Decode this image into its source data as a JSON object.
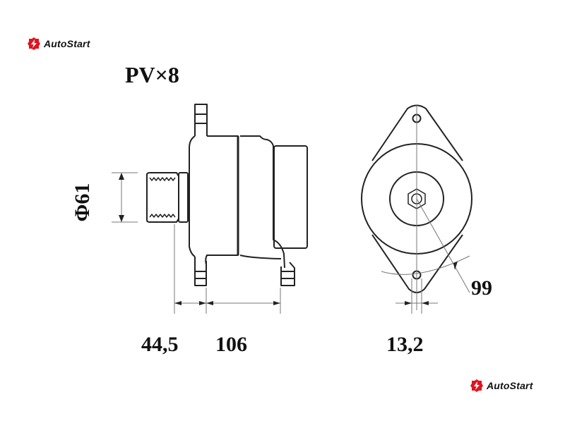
{
  "brand": {
    "name": "AutoStart",
    "color": "#e0141e"
  },
  "labels": {
    "belt": "PV×8",
    "pulley_diameter": "Φ61",
    "dim_pulley_offset": "44,5",
    "dim_body_length": "106",
    "dim_hole_width": "13,2",
    "dim_radius": "99"
  }
}
